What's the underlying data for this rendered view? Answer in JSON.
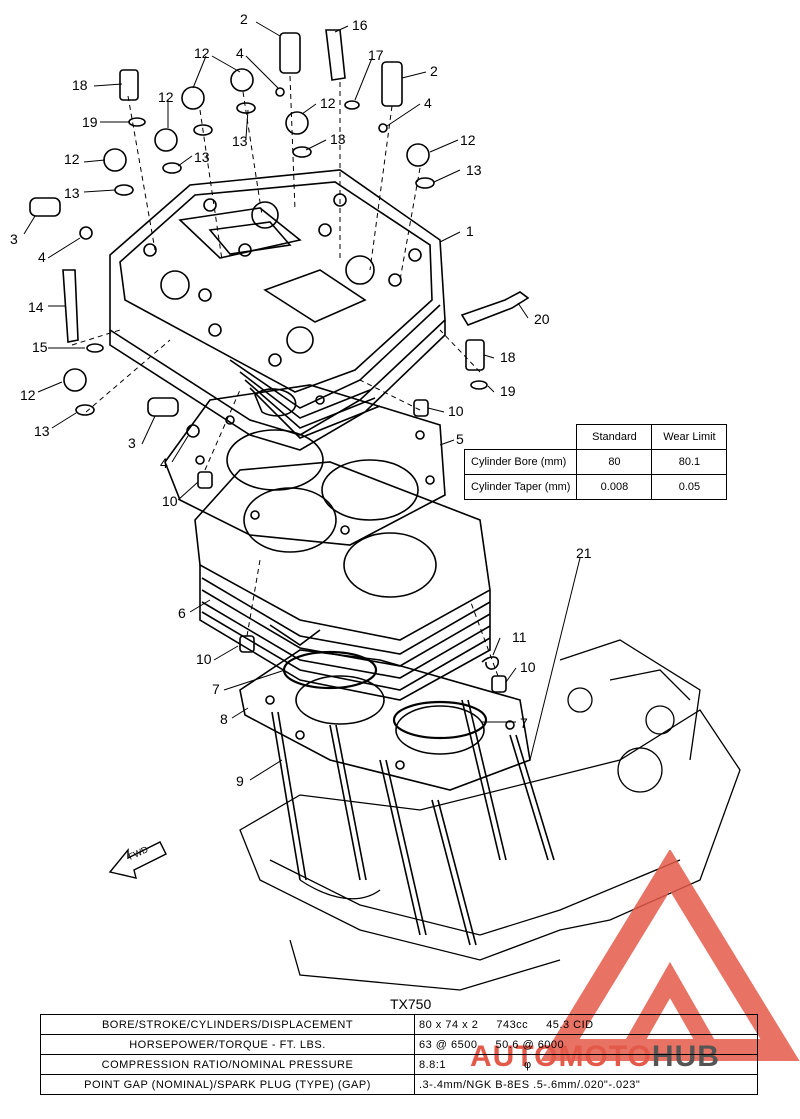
{
  "callouts": {
    "c2a": "2",
    "c16": "16",
    "c4a": "4",
    "c18a": "18",
    "c12a": "12",
    "c17": "17",
    "c2b": "2",
    "c19a": "19",
    "c12b": "12",
    "c12c": "12",
    "c4b": "4",
    "c13a": "13",
    "c12d": "12",
    "c13b": "13",
    "c13c": "13",
    "c12e": "12",
    "c13d": "13",
    "c3a": "3",
    "c4c": "4",
    "c1": "1",
    "c14": "14",
    "c20": "20",
    "c15": "15",
    "c18b": "18",
    "c12f": "12",
    "c19b": "19",
    "c13e": "13",
    "c10a": "10",
    "c3b": "3",
    "c4d": "4",
    "c5": "5",
    "c10b": "10",
    "c6": "6",
    "c21": "21",
    "c11": "11",
    "c10c": "10",
    "c10d": "10",
    "c7a": "7",
    "c8": "8",
    "c7b": "7",
    "c9": "9"
  },
  "fwd_label": "FWD",
  "spec_table": {
    "headers": [
      "Standard",
      "Wear Limit"
    ],
    "rows": [
      {
        "label": "Cylinder Bore (mm)",
        "standard": "80",
        "wear_limit": "80.1"
      },
      {
        "label": "Cylinder Taper (mm)",
        "standard": "0.008",
        "wear_limit": "0.05"
      }
    ]
  },
  "model": "TX750",
  "bottom_table": [
    {
      "label": "BORE/STROKE/CYLINDERS/DISPLACEMENT",
      "values": [
        "80 x 74 x 2",
        "743cc",
        "45.3 CID"
      ]
    },
    {
      "label": "HORSEPOWER/TORQUE - FT. LBS.",
      "values": [
        "63 @ 6500",
        "50.6 @ 6000"
      ]
    },
    {
      "label": "COMPRESSION RATIO/NOMINAL PRESSURE",
      "values": [
        "8.8:1",
        "φ"
      ]
    },
    {
      "label": "POINT GAP (NOMINAL)/SPARK PLUG (TYPE) (GAP)",
      "values": [
        ".3-.4mm/NGK B-8ES .5-.6mm/.020\"-.023\""
      ]
    }
  ],
  "watermark": {
    "part1": "AUTOMOTO",
    "part2": "HUB",
    "colors": {
      "red": "#e45a4a",
      "gray": "#555555"
    }
  }
}
